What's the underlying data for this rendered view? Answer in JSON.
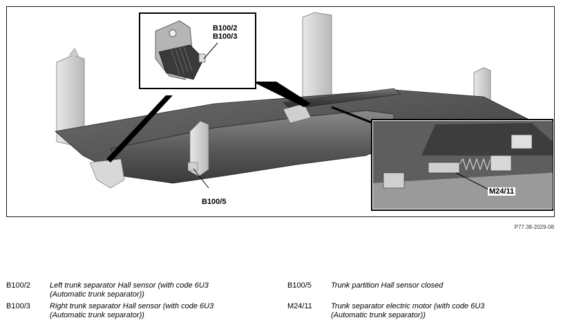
{
  "callouts": {
    "inset_top": "B100/2\nB100/3",
    "bottom_left": "B100/5",
    "inset_right": "M24/11"
  },
  "figure_ref": "P77.38-2029-08",
  "legend": [
    {
      "code": "B100/2",
      "desc": "Left trunk separator Hall sensor (with code 6U3\n(Automatic trunk separator))"
    },
    {
      "code": "B100/3",
      "desc": "Right trunk separator Hall sensor (with code 6U3\n(Automatic trunk separator))"
    },
    {
      "code": "B100/5",
      "desc": "Trunk partition Hall sensor closed"
    },
    {
      "code": "M24/11",
      "desc": "Trunk separator electric motor (with code 6U3\n(Automatic trunk separator))"
    }
  ]
}
